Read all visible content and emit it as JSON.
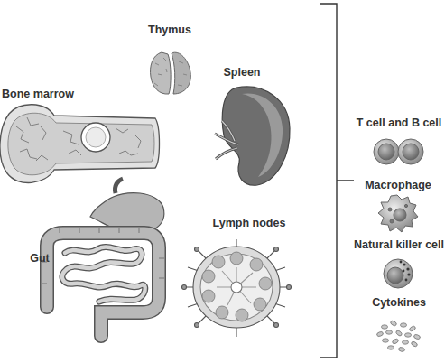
{
  "diagram": {
    "labels": [
      "Thymus",
      "Bone marrow",
      "Spleen",
      "T cell and B cell",
      "Macrophage",
      "Lymph nodes",
      "Natural killer cell",
      "Gut",
      "Cytokines"
    ]
  }
}
